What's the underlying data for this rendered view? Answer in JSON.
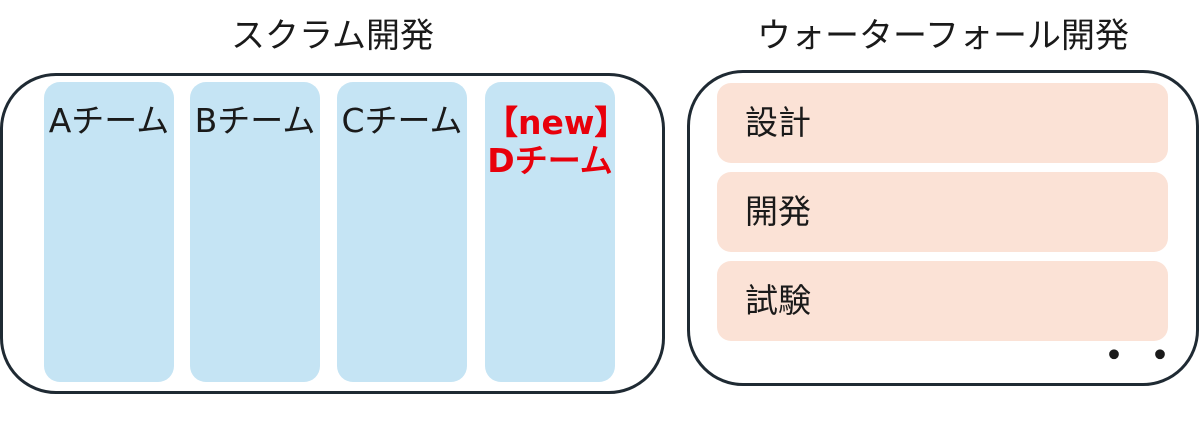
{
  "scrum": {
    "title": "スクラム開発",
    "teams": [
      {
        "label": "Aチーム"
      },
      {
        "label": "Bチーム"
      },
      {
        "label": "Cチーム"
      },
      {
        "label_line1": "【new】",
        "label_line2": "Dチーム",
        "highlight_color": "#e8000b"
      }
    ],
    "column_color": "#c5e4f4"
  },
  "waterfall": {
    "title": "ウォーターフォール開発",
    "phases": [
      "設計",
      "開発",
      "試験"
    ],
    "ellipsis": "・・・",
    "phase_color": "#fbe2d6"
  }
}
